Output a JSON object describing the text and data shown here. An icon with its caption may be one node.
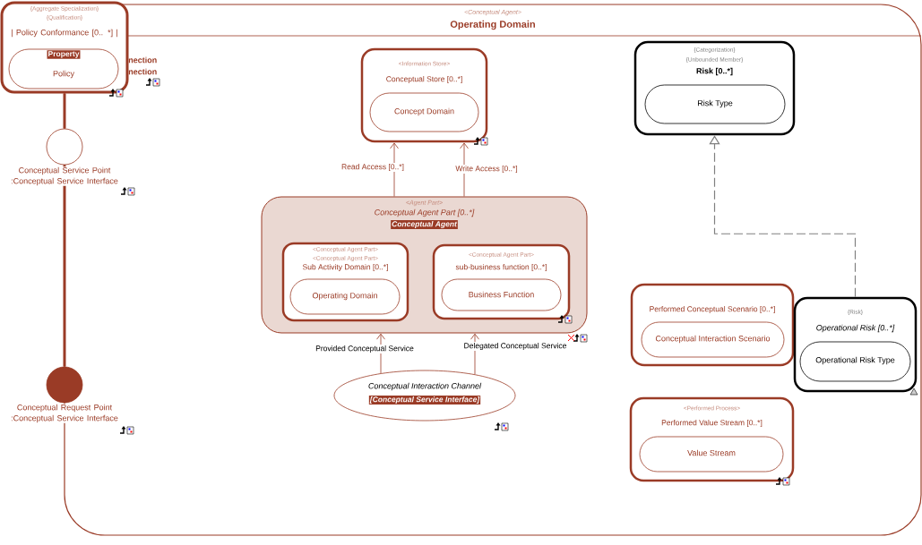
{
  "diagram": {
    "nodes": [
      {
        "text": [
          "<Conceptual Agent>",
          "Operating Domain"
        ]
      },
      {
        "text": [
          "{Aggregate Specialization}",
          "{Qualification}",
          "| Policy Conformance [0.. *] |"
        ]
      },
      {
        "text": [
          "Property",
          "Policy"
        ],
        "in": 1
      },
      {
        "text": [],
        "shape": "circle",
        "beside": [
          "Conceptual Service Point :Conceptual Service Interface"
        ]
      },
      {
        "text": [],
        "shape": "circle",
        "beside": [
          "Conceptual Request Point :Conceptual Service Interface"
        ]
      },
      {
        "text": [
          "<Information Store>",
          "Conceptual Store [0..*]"
        ],
        "in": 0
      },
      {
        "text": [
          "Concept Domain"
        ],
        "in": 5
      },
      {
        "text": [
          "<Agent Part>",
          "Conceptual Agent Part [0..*]",
          "Conceptual Agent"
        ],
        "in": 0
      },
      {
        "text": [
          "<Conceptual Agent Part>",
          "<Conceptual Agent Part>",
          "Sub Activity Domain [0..*]"
        ],
        "in": 7
      },
      {
        "text": [
          "Operating Domain"
        ],
        "in": 8
      },
      {
        "text": [
          "<Conceptual Agent Part>",
          "sub-business function [0..*]"
        ],
        "in": 7
      },
      {
        "text": [
          "Business Function"
        ],
        "in": 10
      },
      {
        "text": [
          "Conceptual Interaction Channel",
          "[Conceptual Service Interface]"
        ],
        "in": 0
      },
      {
        "text": [
          "{Categorization}",
          "{Unbounded Member}",
          "Risk [0..*]"
        ],
        "in": 0
      },
      {
        "text": [
          "Risk Type"
        ],
        "in": 13
      },
      {
        "text": [
          "Performed Conceptual Scenario [0..*]"
        ],
        "in": 0
      },
      {
        "text": [
          "Conceptual Interaction Scenario"
        ],
        "in": 15
      },
      {
        "text": [
          "{Risk}",
          "Operational Risk [0..*]"
        ],
        "in": 0
      },
      {
        "text": [
          "Operational Risk Type"
        ],
        "in": 17
      },
      {
        "text": [
          "<Performed Process>",
          "Performed Value Stream [0..*]"
        ],
        "in": 0
      },
      {
        "text": [
          "Value Stream"
        ],
        "in": 19
      }
    ],
    "edges": [
      {
        "from": 1,
        "to": 3,
        "arrow": "none",
        "style": "thick"
      },
      {
        "from": 3,
        "to": 4,
        "arrow": "none",
        "style": "thick"
      },
      {
        "from": 7,
        "to": 5,
        "arrow": "to",
        "label": "Read Access [0..*]"
      },
      {
        "from": 7,
        "to": 5,
        "arrow": "to",
        "label": "Write Access [0..*]"
      },
      {
        "from": 12,
        "to": 7,
        "arrow": "to",
        "label": "Provided Conceptual Service"
      },
      {
        "from": 12,
        "to": 7,
        "arrow": "to",
        "label": "Delegated Conceptual Service"
      },
      {
        "from": 17,
        "to": 13,
        "arrow": "to",
        "style": "dashed",
        "color": "#808080"
      }
    ],
    "labels": [
      "nection",
      "nection"
    ]
  }
}
